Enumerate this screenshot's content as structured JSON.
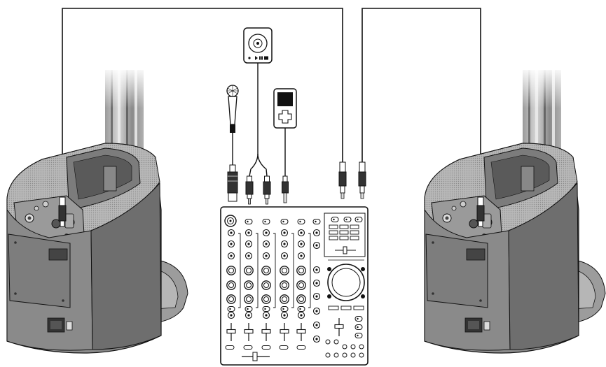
{
  "diagram": {
    "devices": [
      {
        "id": "left-speaker",
        "name": "left-speaker-system"
      },
      {
        "id": "right-speaker",
        "name": "right-speaker-system"
      },
      {
        "id": "mixer",
        "name": "mixer"
      },
      {
        "id": "cd-player",
        "name": "cd-player-icon"
      },
      {
        "id": "mp3-player",
        "name": "mp3-player-icon"
      },
      {
        "id": "microphone",
        "name": "microphone-icon"
      }
    ],
    "connections": [
      {
        "from": "mixer",
        "to": "left-speaker",
        "cable": "quarter-inch-trs"
      },
      {
        "from": "mixer",
        "to": "right-speaker",
        "cable": "quarter-inch-trs"
      },
      {
        "from": "cd-player",
        "to": "mixer",
        "cable": "rca-stereo"
      },
      {
        "from": "mp3-player",
        "to": "mixer",
        "cable": "3.5mm-stereo"
      },
      {
        "from": "microphone",
        "to": "mixer",
        "cable": "xlr"
      }
    ],
    "colors": {
      "line": "#111111",
      "speaker_body": "#8f8f8f",
      "speaker_dark": "#5e5e5e",
      "speaker_light": "#c4c4c4",
      "mixer_face": "#ffffff"
    }
  }
}
